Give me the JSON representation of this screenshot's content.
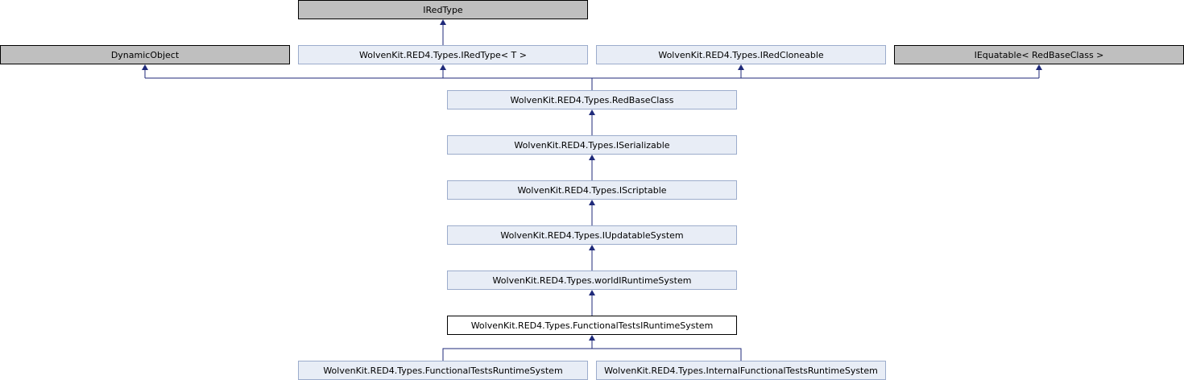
{
  "nodes": {
    "iredtype": "IRedType",
    "dynamic_object": "DynamicObject",
    "iredtype_t": "WolvenKit.RED4.Types.IRedType< T >",
    "iredcloneable": "WolvenKit.RED4.Types.IRedCloneable",
    "iequatable": "IEquatable< RedBaseClass >",
    "redbaseclass": "WolvenKit.RED4.Types.RedBaseClass",
    "iserializable": "WolvenKit.RED4.Types.ISerializable",
    "iscriptable": "WolvenKit.RED4.Types.IScriptable",
    "iupdatablesystem": "WolvenKit.RED4.Types.IUpdatableSystem",
    "worldiruntimesystem": "WolvenKit.RED4.Types.worldIRuntimeSystem",
    "functionaltestsiruntimesystem": "WolvenKit.RED4.Types.FunctionalTestsIRuntimeSystem",
    "functionaltestsruntimesystem": "WolvenKit.RED4.Types.FunctionalTestsRuntimeSystem",
    "internalfunctionaltestsruntimesystem": "WolvenKit.RED4.Types.InternalFunctionalTestsRuntimeSystem"
  },
  "colors": {
    "external_fill": "#bfbfbf",
    "linked_fill": "#e8edf6",
    "linked_border": "#9caccc",
    "edge": "#1f2a7a"
  }
}
